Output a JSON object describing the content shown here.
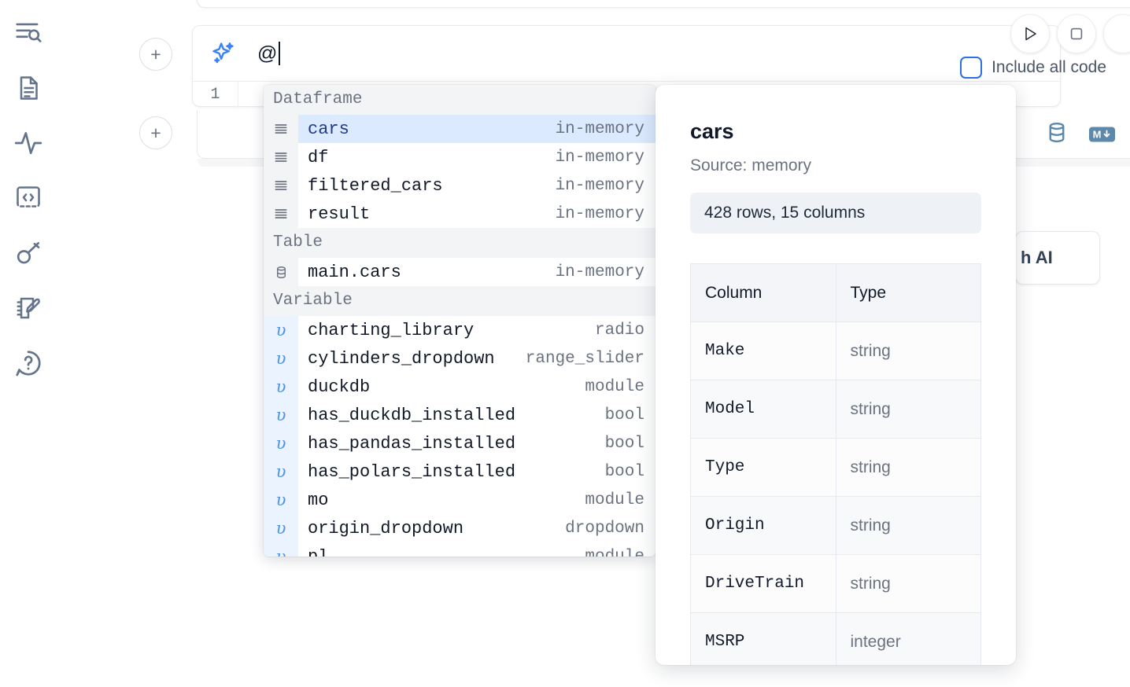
{
  "rail": {
    "items": [
      {
        "name": "explore-icon",
        "label": "Explore"
      },
      {
        "name": "file-icon",
        "label": "Files"
      },
      {
        "name": "activity-icon",
        "label": "Activity"
      },
      {
        "name": "code-snippets-icon",
        "label": "Snippets"
      },
      {
        "name": "secrets-key-icon",
        "label": "Secrets"
      },
      {
        "name": "scratchpad-icon",
        "label": "Scratchpad"
      },
      {
        "name": "help-icon",
        "label": "Help"
      }
    ]
  },
  "editor": {
    "add_cell_label": "+",
    "ai_prompt_value": "@",
    "line_number": "1",
    "sparkle_icon": "sparkle-icon"
  },
  "toolbar": {
    "run_label": "▷",
    "stop_label": "□",
    "include_all_code_label": "Include all code",
    "include_all_code_checked": false,
    "ai_pill_label": "h AI",
    "database_icon": "database-icon",
    "markdown_icon": "markdown-icon",
    "markdown_badge_label": "M"
  },
  "autocomplete": {
    "groups": [
      {
        "title": "Dataframe",
        "items": [
          {
            "name": "cars",
            "meta": "in-memory",
            "kind": "dataframe",
            "selected": true
          },
          {
            "name": "df",
            "meta": "in-memory",
            "kind": "dataframe",
            "selected": false
          },
          {
            "name": "filtered_cars",
            "meta": "in-memory",
            "kind": "dataframe",
            "selected": false
          },
          {
            "name": "result",
            "meta": "in-memory",
            "kind": "dataframe",
            "selected": false
          }
        ]
      },
      {
        "title": "Table",
        "items": [
          {
            "name": "main.cars",
            "meta": "in-memory",
            "kind": "table",
            "selected": false
          }
        ]
      },
      {
        "title": "Variable",
        "items": [
          {
            "name": "charting_library",
            "meta": "radio",
            "kind": "variable",
            "selected": false
          },
          {
            "name": "cylinders_dropdown",
            "meta": "range_slider",
            "kind": "variable",
            "selected": false
          },
          {
            "name": "duckdb",
            "meta": "module",
            "kind": "variable",
            "selected": false
          },
          {
            "name": "has_duckdb_installed",
            "meta": "bool",
            "kind": "variable",
            "selected": false
          },
          {
            "name": "has_pandas_installed",
            "meta": "bool",
            "kind": "variable",
            "selected": false
          },
          {
            "name": "has_polars_installed",
            "meta": "bool",
            "kind": "variable",
            "selected": false
          },
          {
            "name": "mo",
            "meta": "module",
            "kind": "variable",
            "selected": false
          },
          {
            "name": "origin_dropdown",
            "meta": "dropdown",
            "kind": "variable",
            "selected": false
          },
          {
            "name": "pl",
            "meta": "module",
            "kind": "variable",
            "selected": false
          }
        ]
      }
    ]
  },
  "detail": {
    "title": "cars",
    "source": "Source: memory",
    "shape": "428 rows, 15 columns",
    "columns_header": "Column",
    "type_header": "Type",
    "rows": [
      {
        "column": "Make",
        "type": "string"
      },
      {
        "column": "Model",
        "type": "string"
      },
      {
        "column": "Type",
        "type": "string"
      },
      {
        "column": "Origin",
        "type": "string"
      },
      {
        "column": "DriveTrain",
        "type": "string"
      },
      {
        "column": "MSRP",
        "type": "integer"
      }
    ]
  },
  "colors": {
    "accent_blue": "#3b82f6",
    "selected_row_bg": "#dbeafe",
    "selected_row_text": "#1e3a8a",
    "group_header_bg": "#f3f4f6",
    "tool_icon": "#5b88ab",
    "checkbox_border": "#2f6fe4"
  }
}
